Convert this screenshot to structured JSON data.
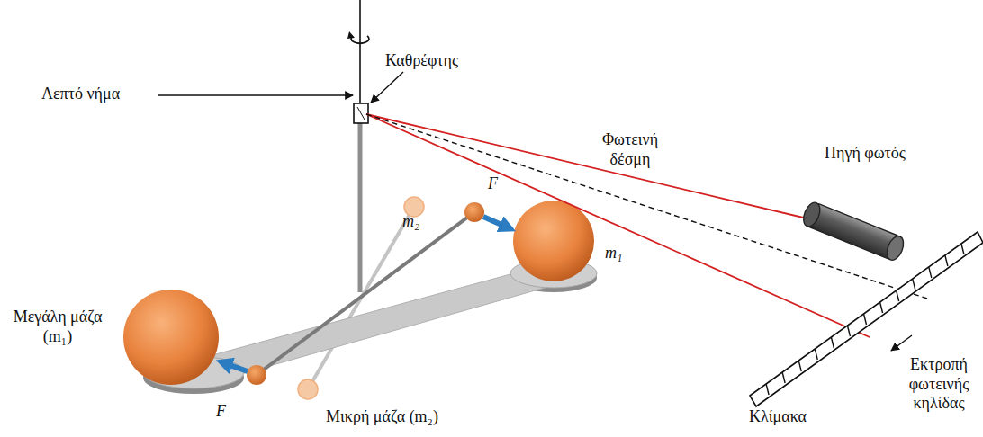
{
  "diagram": {
    "labels": [
      "Λεπτό νήμα",
      "Καθρέφτης",
      "Φωτεινή δέσμη",
      "Πηγή φωτός",
      "m₂",
      "F",
      "m₁",
      "Μεγάλη μάζα (m₁)",
      "F",
      "Μικρή μάζα (m₂)",
      "Κλίμακα",
      "Εκτροπή φωτεινής κηλίδας"
    ]
  }
}
